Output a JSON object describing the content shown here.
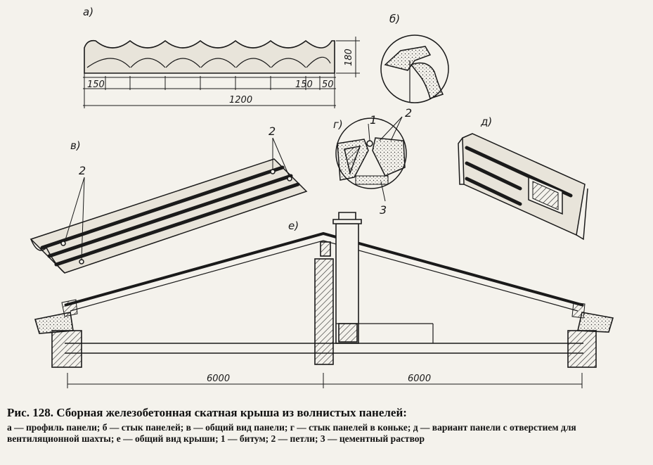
{
  "labels": {
    "a": "а)",
    "b": "б)",
    "v": "в)",
    "g": "г)",
    "d": "д)",
    "e": "е)"
  },
  "dimensions": {
    "d150_left": "150",
    "d150_right": "150",
    "d50": "50",
    "d1200": "1200",
    "d180": "180",
    "span_left": "6000",
    "span_right": "6000"
  },
  "callouts": {
    "v_2_left": "2",
    "v_2_right": "2",
    "g_1": "1",
    "g_2": "2",
    "g_3": "3"
  },
  "caption": {
    "title": "Рис. 128. Сборная железобетонная скатная крыша из волнистых панелей:",
    "body": "а — профиль панели; б — стык панелей; в — общий вид панели; г — стык панелей в коньке; д — вариант панели с отверстием для вентиляционной шахты; е — общий вид крыши; 1 — битум; 2 — петли; 3 — цементный раствор"
  }
}
